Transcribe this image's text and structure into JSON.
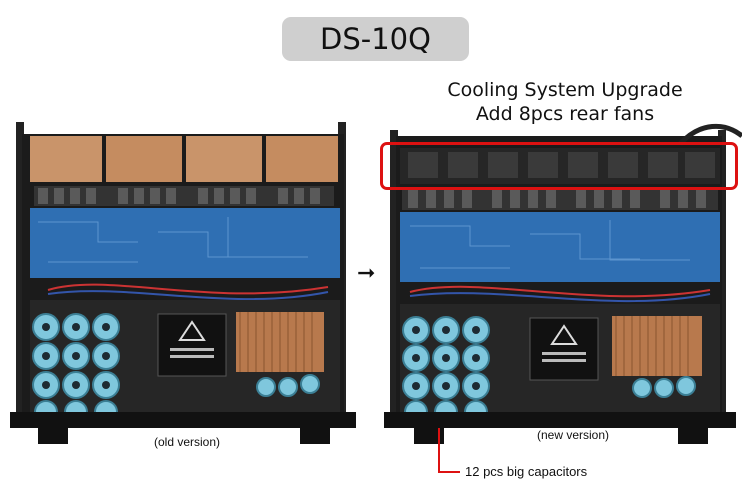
{
  "title": "DS-10Q",
  "upgrade": {
    "line1": "Cooling System Upgrade",
    "line2": "Add 8pcs rear fans"
  },
  "captions": {
    "old": "(old version)",
    "new": "(new version)",
    "capacitors": "12 pcs big capacitors"
  },
  "arrow_glyph": "➞",
  "colors": {
    "highlight": "#dd1111",
    "chassis": "#1b1b1b",
    "heatsink": "#c9946a",
    "pcb": "#2f6fb3",
    "capacitor": "#7fc7dd"
  }
}
